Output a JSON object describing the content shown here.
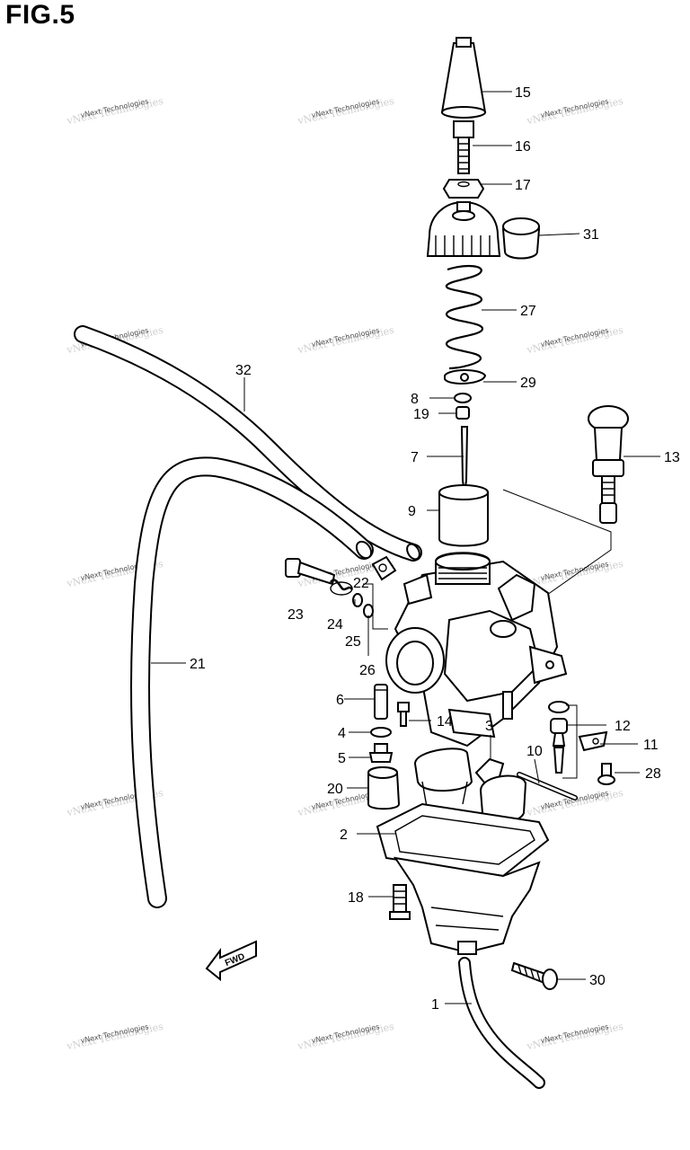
{
  "figure_title": "FIG.5",
  "watermark_text": "vNext Technologies",
  "fwd_label": "FWD",
  "callouts": {
    "c1": "1",
    "c2": "2",
    "c3": "3",
    "c4": "4",
    "c5": "5",
    "c6": "6",
    "c7": "7",
    "c8": "8",
    "c9": "9",
    "c10": "10",
    "c11": "11",
    "c12": "12",
    "c13": "13",
    "c14": "14",
    "c15": "15",
    "c16": "16",
    "c17": "17",
    "c18": "18",
    "c19": "19",
    "c20": "20",
    "c21": "21",
    "c22": "22",
    "c23": "23",
    "c24": "24",
    "c25": "25",
    "c26": "26",
    "c27": "27",
    "c28": "28",
    "c29": "29",
    "c30": "30",
    "c31": "31",
    "c32": "32"
  },
  "colors": {
    "line": "#000000",
    "background": "#ffffff",
    "watermark": "#555555"
  }
}
